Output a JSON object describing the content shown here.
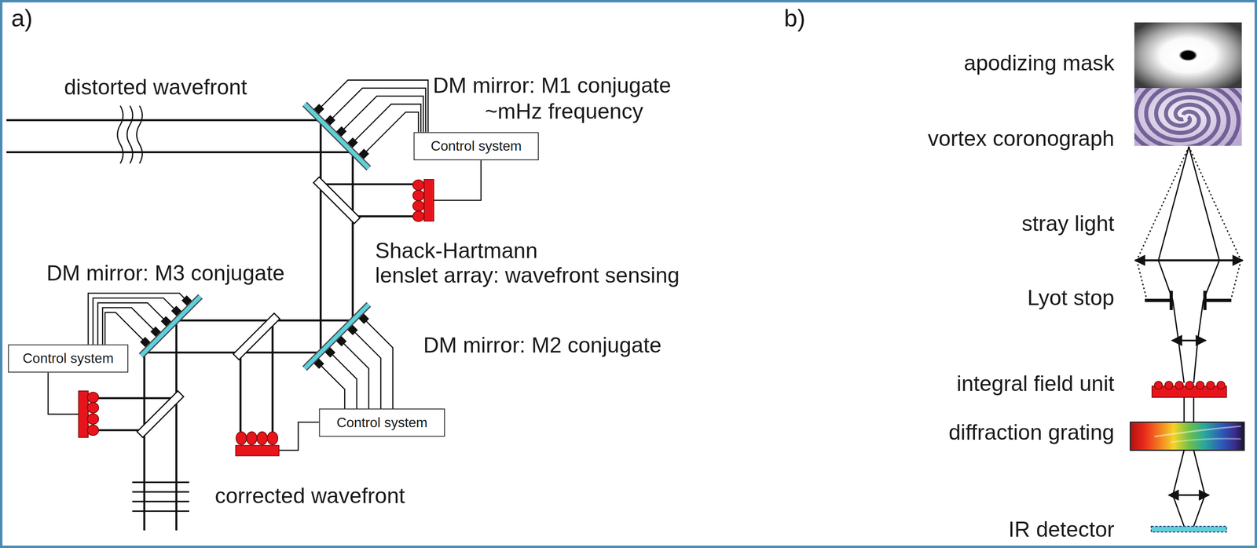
{
  "diagram": {
    "nodes": [
      {
        "text": [
          "Control system"
        ]
      },
      {
        "text": [
          "Control system"
        ]
      },
      {
        "text": [
          "Control system"
        ]
      }
    ],
    "labels": [
      "a)",
      "b)",
      "distorted wavefront",
      "DM mirror: M1 conjugate",
      "~mHz frequency",
      "Shack-Hartmann",
      "lenslet array: wavefront sensing",
      "DM mirror: M3 conjugate",
      "DM mirror: M2 conjugate",
      "corrected wavefront",
      "apodizing mask",
      "vortex coronograph",
      "stray light",
      "Lyot stop",
      "integral field unit",
      "diffraction grating",
      "IR detector"
    ]
  }
}
